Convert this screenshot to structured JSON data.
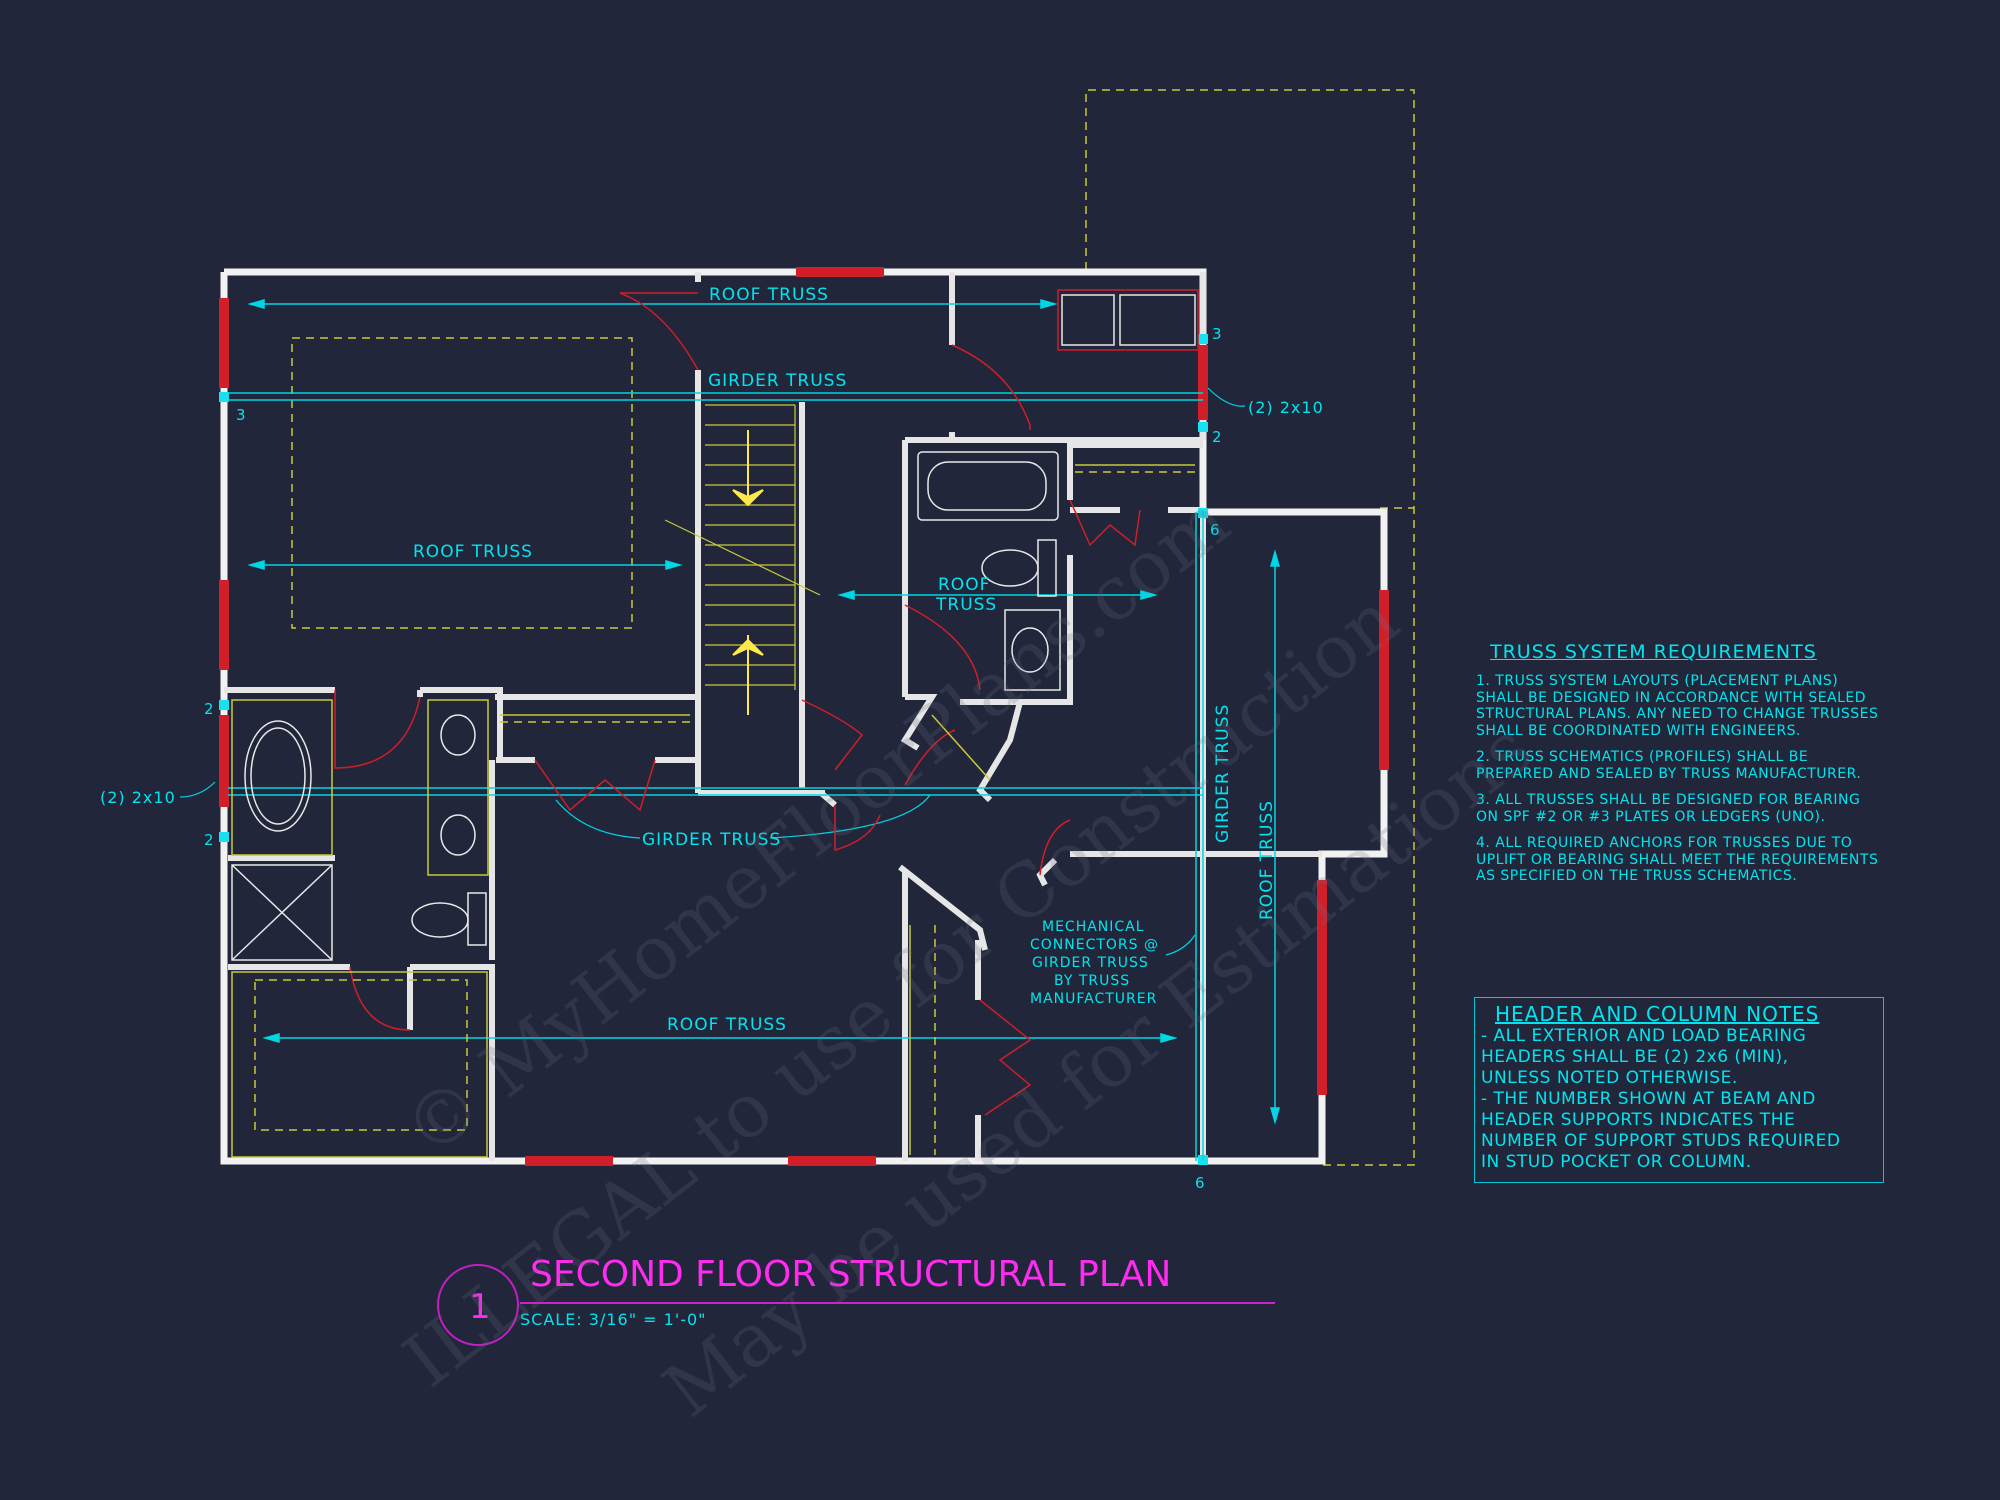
{
  "drawing": {
    "labels": {
      "roof_truss_top": "ROOF TRUSS",
      "girder_truss_top": "GIRDER TRUSS",
      "roof_truss_left": "ROOF TRUSS",
      "roof_truss_mid_1": "ROOF",
      "roof_truss_mid_2": "TRUSS",
      "girder_truss_mid": "GIRDER TRUSS",
      "roof_truss_bottom": "ROOF TRUSS",
      "girder_truss_vertical": "GIRDER TRUSS",
      "roof_truss_vertical": "ROOF TRUSS",
      "header_right": "(2) 2x10",
      "header_left": "(2) 2x10",
      "mechanical_1": "MECHANICAL",
      "mechanical_2": "CONNECTORS @",
      "mechanical_3": "GIRDER TRUSS",
      "mechanical_4": "BY TRUSS",
      "mechanical_5": "MANUFACTURER"
    },
    "stud_numbers": {
      "n3_right": "3",
      "n3_left": "3",
      "n2_right": "2",
      "n6_upper": "6",
      "n2_left_top": "2",
      "n2_left_bottom": "2",
      "n6_bottom": "6"
    },
    "colors": {
      "background": "#21263a",
      "wall": "#f2f2f2",
      "window": "#d11f2a",
      "truss": "#00e5ef",
      "fixture": "#e8e8e8",
      "door_swing": "#d01e28",
      "dashed_yellow": "#c9c93a",
      "title": "#ff2bf0"
    }
  },
  "truss_notes": {
    "title": "TRUSS SYSTEM REQUIREMENTS",
    "items": [
      "1. TRUSS SYSTEM LAYOUTS (PLACEMENT PLANS) SHALL BE DESIGNED IN ACCORDANCE WITH SEALED STRUCTURAL PLANS. ANY NEED TO CHANGE TRUSSES SHALL BE COORDINATED WITH  ENGINEERS.",
      "2. TRUSS SCHEMATICS (PROFILES) SHALL BE PREPARED AND SEALED BY TRUSS MANUFACTURER.",
      "3. ALL TRUSSES SHALL BE DESIGNED FOR BEARING ON SPF #2 OR #3 PLATES OR LEDGERS (UNO).",
      "4. ALL REQUIRED ANCHORS FOR TRUSSES DUE TO UPLIFT OR BEARING SHALL MEET THE REQUIREMENTS AS SPECIFIED ON THE TRUSS SCHEMATICS."
    ]
  },
  "header_notes": {
    "title": "HEADER AND COLUMN NOTES",
    "lines": [
      "- ALL EXTERIOR AND LOAD BEARING",
      "HEADERS SHALL BE (2) 2x6 (MIN),",
      "UNLESS NOTED OTHERWISE.",
      "- THE NUMBER SHOWN AT BEAM AND",
      "HEADER SUPPORTS INDICATES THE",
      "NUMBER OF SUPPORT STUDS REQUIRED",
      "IN STUD POCKET OR COLUMN."
    ]
  },
  "title_block": {
    "number": "1",
    "title": "SECOND FLOOR STRUCTURAL PLAN",
    "scale": "SCALE: 3/16\" = 1'-0\""
  },
  "watermark": {
    "line1": "© MyHomeFloorPlans.com",
    "line2": "ILLEGAL to use for Construction",
    "line3": "May be used for Estimations"
  }
}
